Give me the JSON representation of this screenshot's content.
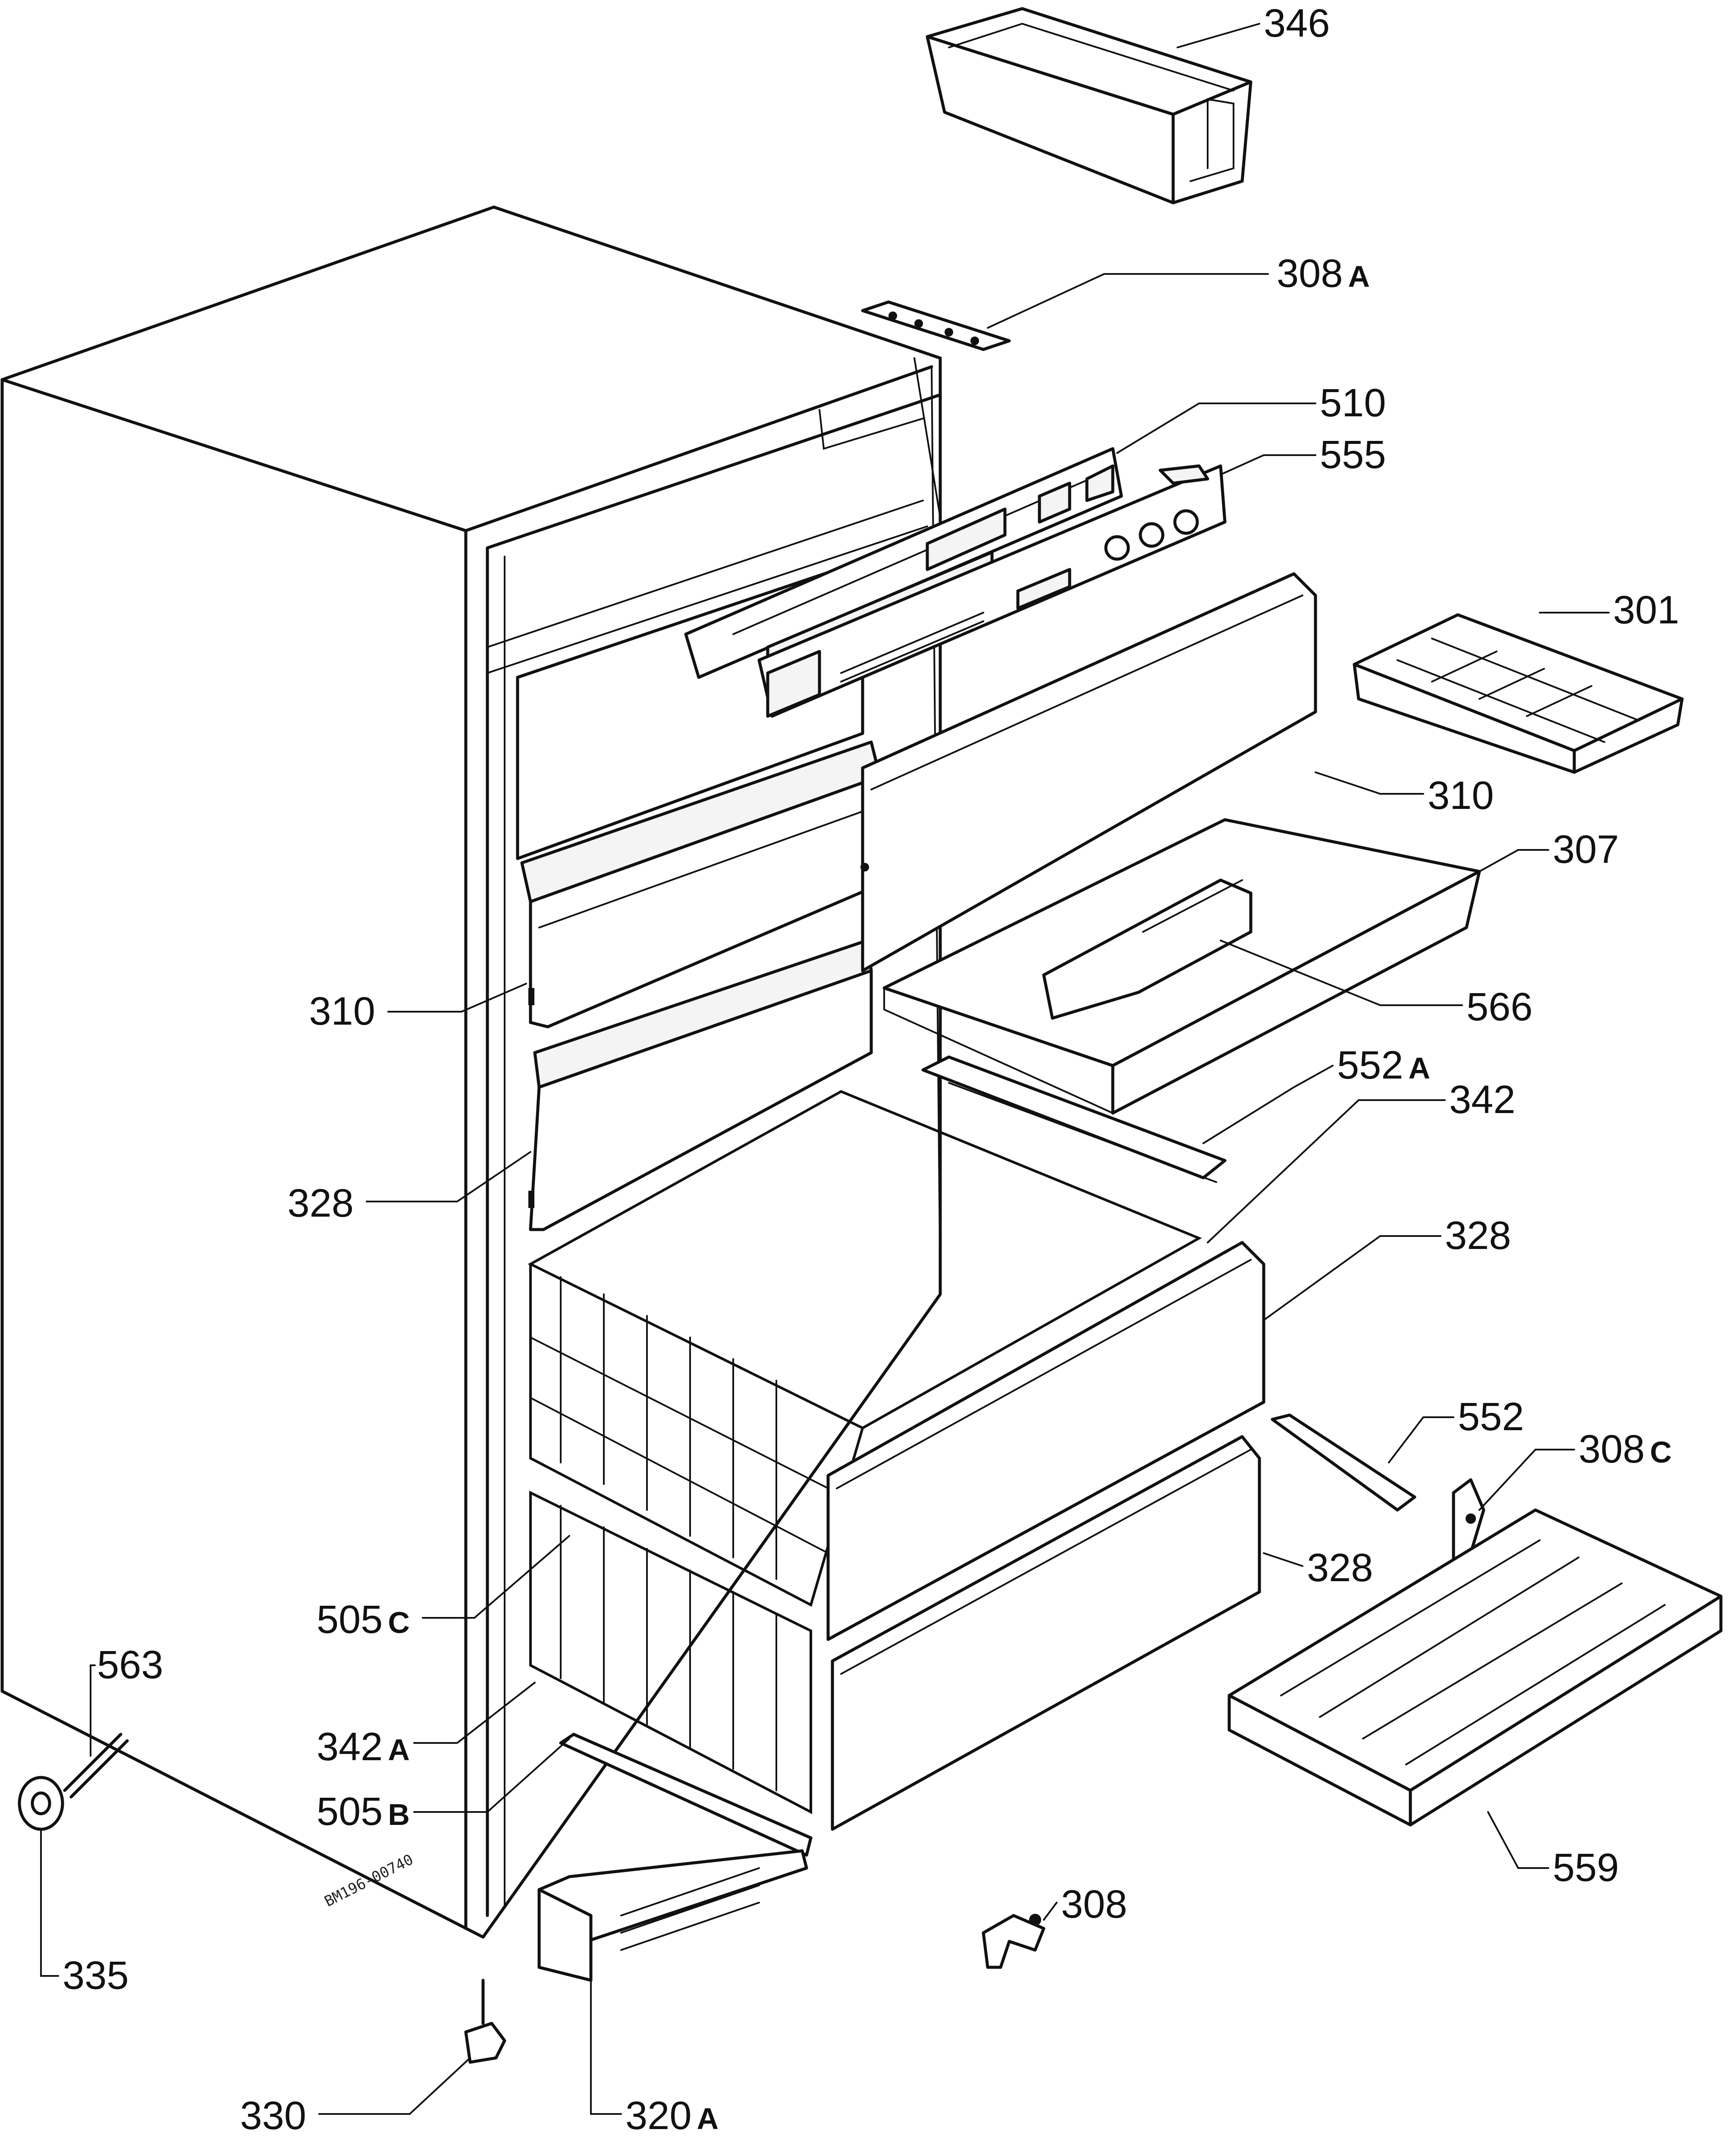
{
  "diagram": {
    "stamp": "BM196-00740",
    "callouts": [
      {
        "id": "c346",
        "number": "346",
        "suffix": ""
      },
      {
        "id": "c308a",
        "number": "308",
        "suffix": "A"
      },
      {
        "id": "c510",
        "number": "510",
        "suffix": ""
      },
      {
        "id": "c555",
        "number": "555",
        "suffix": ""
      },
      {
        "id": "c301",
        "number": "301",
        "suffix": ""
      },
      {
        "id": "c310r",
        "number": "310",
        "suffix": ""
      },
      {
        "id": "c307",
        "number": "307",
        "suffix": ""
      },
      {
        "id": "c310l",
        "number": "310",
        "suffix": ""
      },
      {
        "id": "c566",
        "number": "566",
        "suffix": ""
      },
      {
        "id": "c552a",
        "number": "552",
        "suffix": "A"
      },
      {
        "id": "c342",
        "number": "342",
        "suffix": ""
      },
      {
        "id": "c328l",
        "number": "328",
        "suffix": ""
      },
      {
        "id": "c328a",
        "number": "328",
        "suffix": ""
      },
      {
        "id": "c552",
        "number": "552",
        "suffix": ""
      },
      {
        "id": "c308c",
        "number": "308",
        "suffix": "C"
      },
      {
        "id": "c328b",
        "number": "328",
        "suffix": ""
      },
      {
        "id": "c505c",
        "number": "505",
        "suffix": "C"
      },
      {
        "id": "c563",
        "number": "563",
        "suffix": ""
      },
      {
        "id": "c342a",
        "number": "342",
        "suffix": "A"
      },
      {
        "id": "c505b",
        "number": "505",
        "suffix": "B"
      },
      {
        "id": "c559",
        "number": "559",
        "suffix": ""
      },
      {
        "id": "c308",
        "number": "308",
        "suffix": ""
      },
      {
        "id": "c335",
        "number": "335",
        "suffix": ""
      },
      {
        "id": "c330",
        "number": "330",
        "suffix": ""
      },
      {
        "id": "c320a",
        "number": "320",
        "suffix": "A"
      }
    ]
  }
}
